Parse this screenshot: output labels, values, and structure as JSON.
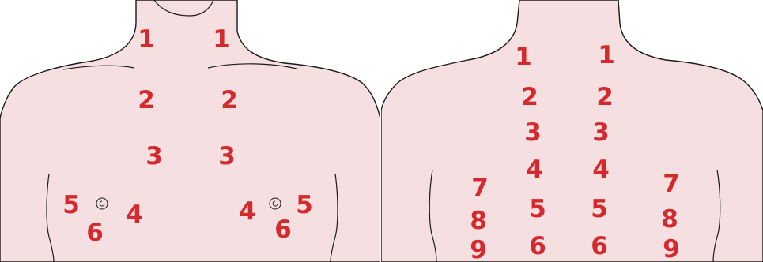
{
  "colors": {
    "skin": "#f6dfe0",
    "outline": "#1a1a1a",
    "marker": "#d42a2e"
  },
  "front": {
    "points": [
      {
        "label": "1"
      },
      {
        "label": "1"
      },
      {
        "label": "2"
      },
      {
        "label": "2"
      },
      {
        "label": "3"
      },
      {
        "label": "3"
      },
      {
        "label": "5"
      },
      {
        "label": "4"
      },
      {
        "label": "6"
      },
      {
        "label": "4"
      },
      {
        "label": "5"
      },
      {
        "label": "6"
      }
    ]
  },
  "back": {
    "points": [
      {
        "label": "1"
      },
      {
        "label": "1"
      },
      {
        "label": "2"
      },
      {
        "label": "2"
      },
      {
        "label": "3"
      },
      {
        "label": "3"
      },
      {
        "label": "4"
      },
      {
        "label": "4"
      },
      {
        "label": "5"
      },
      {
        "label": "5"
      },
      {
        "label": "6"
      },
      {
        "label": "6"
      },
      {
        "label": "7"
      },
      {
        "label": "8"
      },
      {
        "label": "9"
      },
      {
        "label": "7"
      },
      {
        "label": "8"
      },
      {
        "label": "9"
      }
    ]
  }
}
